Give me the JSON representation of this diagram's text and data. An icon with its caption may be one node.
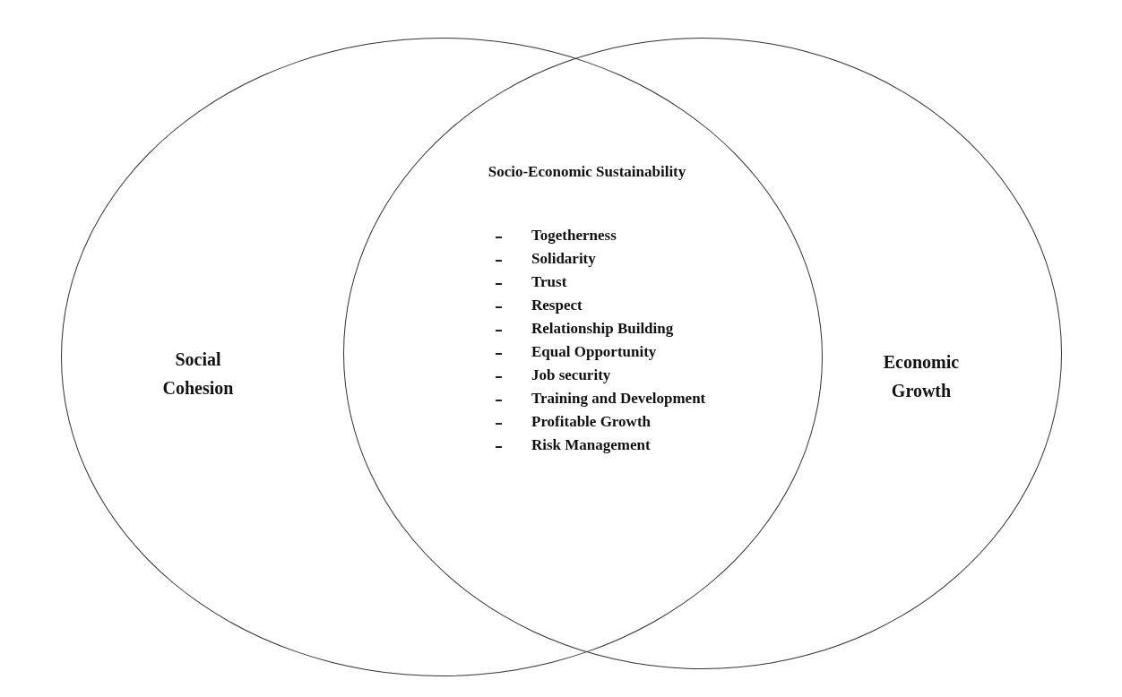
{
  "diagram": {
    "nodes": [
      {
        "text": [
          "Social Cohesion"
        ]
      },
      {
        "text": [
          "Economic Growth"
        ]
      }
    ],
    "edges": [],
    "labels": [
      "Socio-Economic Sustainability",
      "Togetherness",
      "Solidarity",
      "Trust",
      "Respect",
      "Relationship Building",
      "Equal Opportunity",
      "Job security",
      "Training and Development",
      "Profitable Growth",
      "Risk Management"
    ]
  }
}
